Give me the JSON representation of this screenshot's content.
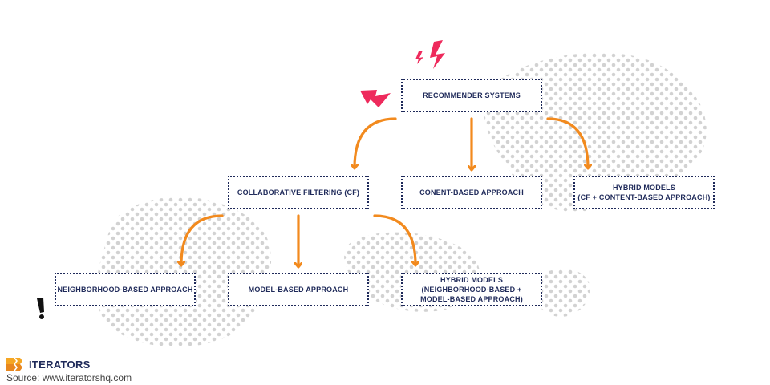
{
  "colors": {
    "arrow": "#f28a1e",
    "border": "#1f2a5a",
    "text": "#1f2a5a",
    "accent": "#ee2a5c",
    "dots": "#cfcfcf",
    "logo": "#f5a623"
  },
  "nodes": {
    "root": "RECOMMENDER SYSTEMS",
    "cf": "COLLABORATIVE FILTERING (CF)",
    "content": "CONENT-BASED APPROACH",
    "hybrid_top": "HYBRID MODELS\n(CF + CONTENT-BASED APPROACH)",
    "neighborhood": "NEIGHBORHOOD-BASED APPROACH",
    "model": "MODEL-BASED APPROACH",
    "hybrid_bottom": "HYBRID MODELS\n(NEIGHBORHOOD-BASED +\nMODEL-BASED APPROACH)"
  },
  "edges": [
    {
      "from": "root",
      "to": "cf"
    },
    {
      "from": "root",
      "to": "content"
    },
    {
      "from": "root",
      "to": "hybrid_top"
    },
    {
      "from": "cf",
      "to": "neighborhood"
    },
    {
      "from": "cf",
      "to": "model"
    },
    {
      "from": "cf",
      "to": "hybrid_bottom"
    }
  ],
  "icons": {
    "logo": "iterators-logo-icon",
    "spark": "lightning-spark-icon",
    "exclaim": "exclamation-icon"
  },
  "footer": {
    "brand": "ITERATORS",
    "source": "Source: www.iteratorshq.com"
  }
}
